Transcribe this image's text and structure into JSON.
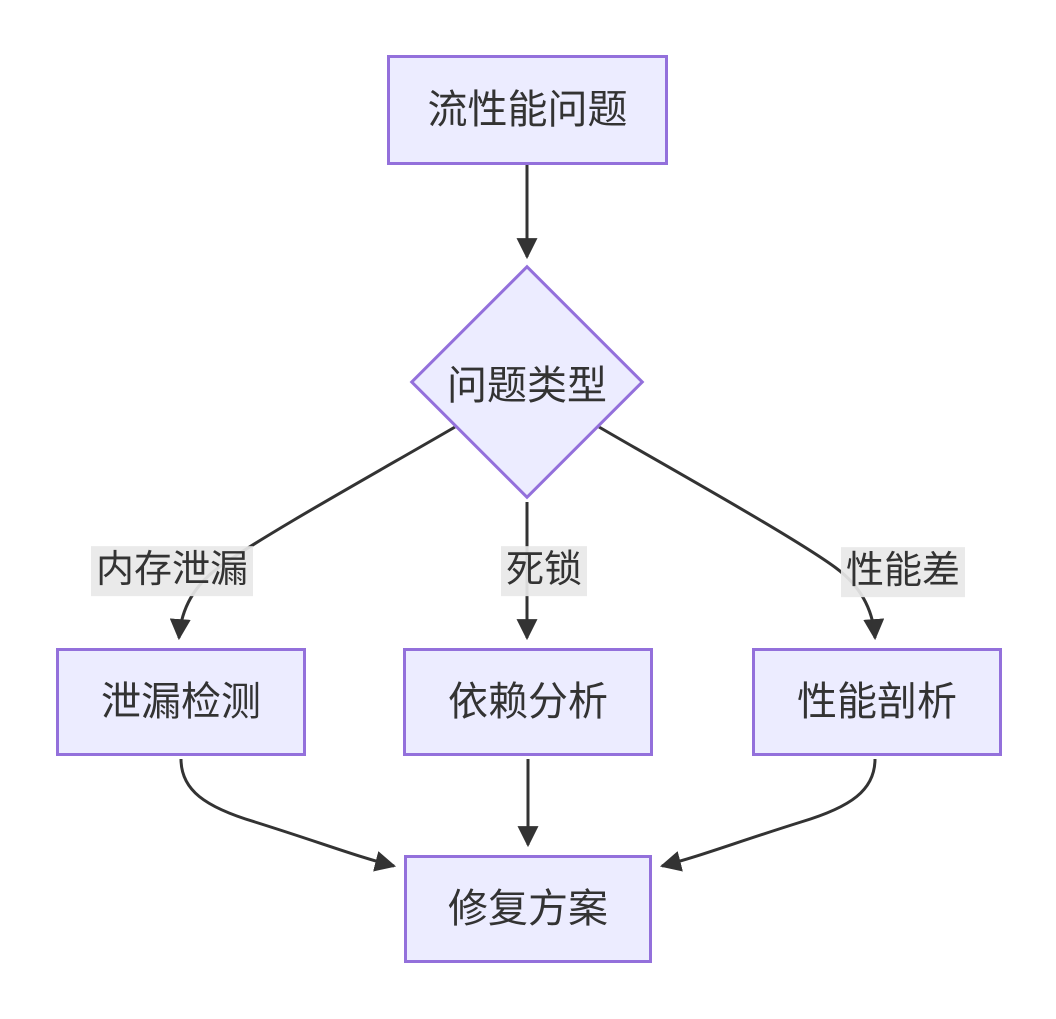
{
  "diagram": {
    "type": "flowchart",
    "direction": "top-down",
    "nodes": [
      {
        "id": "start",
        "shape": "rectangle",
        "label": "流性能问题"
      },
      {
        "id": "type",
        "shape": "diamond",
        "label": "问题类型"
      },
      {
        "id": "leak",
        "shape": "rectangle",
        "label": "泄漏检测"
      },
      {
        "id": "dep",
        "shape": "rectangle",
        "label": "依赖分析"
      },
      {
        "id": "perf",
        "shape": "rectangle",
        "label": "性能剖析"
      },
      {
        "id": "fix",
        "shape": "rectangle",
        "label": "修复方案"
      }
    ],
    "edges": [
      {
        "from": "start",
        "to": "type",
        "label": ""
      },
      {
        "from": "type",
        "to": "leak",
        "label": "内存泄漏"
      },
      {
        "from": "type",
        "to": "dep",
        "label": "死锁"
      },
      {
        "from": "type",
        "to": "perf",
        "label": "性能差"
      },
      {
        "from": "leak",
        "to": "fix",
        "label": ""
      },
      {
        "from": "dep",
        "to": "fix",
        "label": ""
      },
      {
        "from": "perf",
        "to": "fix",
        "label": ""
      }
    ],
    "colors": {
      "node_fill": "#ECECFF",
      "node_border": "#9370DB",
      "edge_stroke": "#333333",
      "edge_label_bg": "#e8e8e8",
      "text": "#333333",
      "background": "#ffffff"
    }
  }
}
